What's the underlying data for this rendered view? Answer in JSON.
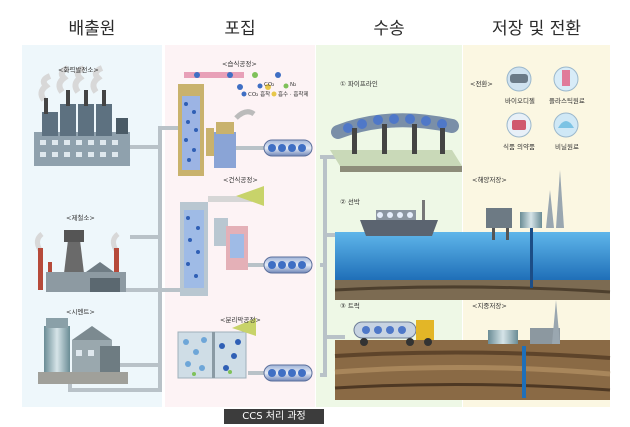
{
  "headers": {
    "emission": "배출원",
    "capture": "포집",
    "transport": "수송",
    "storage": "저장 및 전환"
  },
  "sources": {
    "power_plant": "<화력발전소>",
    "steel_mill": "<제철소>",
    "cement": "<시멘트>"
  },
  "capture_processes": {
    "wet": "<습식공정>",
    "dry": "<건식공정>",
    "membrane": "<분리막공정>"
  },
  "legend": {
    "co2": "CO₂",
    "n2": "N₂",
    "co2_absorb": "CO₂ 흡착",
    "absorbent": "흡수 · 흡착제"
  },
  "transport_modes": {
    "pipeline": "① 파이프라인",
    "ship": "② 선박",
    "truck": "③ 트럭"
  },
  "conversion": {
    "title": "<전환>",
    "items": [
      "바이오디젤",
      "플라스틱원료",
      "식품 의약품",
      "비닐원료"
    ]
  },
  "storage_types": {
    "ocean": "<해양저장>",
    "ground": "<지중저장>"
  },
  "caption": "CCS 처리 과정",
  "colors": {
    "pipe": "#b9c2c8",
    "co2_ball": "#3f6fc4",
    "sea": "#2e8fd6",
    "ground_brown": "#8a6a45"
  }
}
